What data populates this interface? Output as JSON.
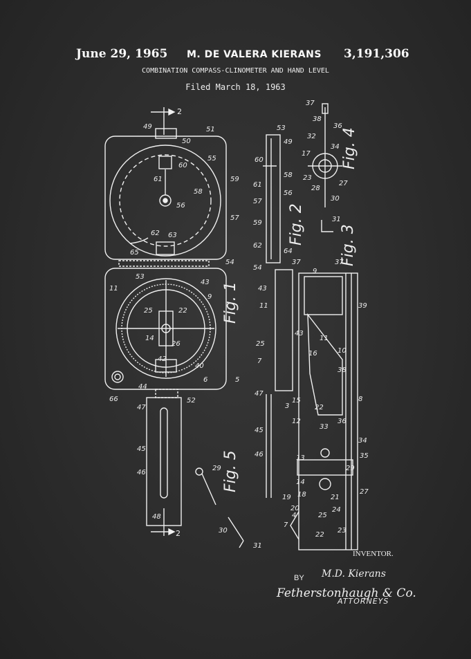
{
  "header": {
    "date": "June 29, 1965",
    "inventor": "M. DE VALERA KIERANS",
    "patent_number": "3,191,306",
    "title": "COMBINATION COMPASS-CLINOMETER AND HAND LEVEL",
    "filed": "Filed March 18, 1963"
  },
  "footer": {
    "inventor_label": "INVENTOR.",
    "by_label": "BY",
    "inventor_signature": "M.D. Kierans",
    "firm_signature": "Fetherstonhaugh & Co.",
    "attorneys_label": "ATTORNEYS"
  },
  "figures": {
    "fig1": "Fig. 1",
    "fig2": "Fig. 2",
    "fig3": "Fig. 3",
    "fig4": "Fig. 4",
    "fig5": "Fig. 5"
  },
  "section_marks": {
    "top": "2",
    "bottom": "2"
  },
  "reference_numerals": {
    "n49": "49",
    "n50": "50",
    "n51": "51",
    "n55": "55",
    "n60": "60",
    "n61": "61",
    "n58": "58",
    "n56": "56",
    "n59": "59",
    "n57": "57",
    "n62": "62",
    "n63": "63",
    "n65": "65",
    "n54": "54",
    "n11": "11",
    "n53": "53",
    "n43": "43",
    "n9": "9",
    "n25": "25",
    "n22": "22",
    "n14": "14",
    "n26": "26",
    "n42": "42",
    "n40": "40",
    "n6": "6",
    "n5": "5",
    "n66": "66",
    "n44": "44",
    "n47": "47",
    "n52": "52",
    "n45": "45",
    "n46": "46",
    "n48": "48",
    "n29": "29",
    "n30": "30",
    "n31": "31",
    "n37": "37",
    "n36": "36",
    "n38": "38",
    "n32": "32",
    "n17": "17",
    "n34": "34",
    "n23": "23",
    "n28": "28",
    "n27": "27",
    "n35": "35",
    "n7": "7",
    "n39": "39",
    "n16": "16",
    "n10": "10",
    "n8": "8",
    "n15": "15",
    "n12": "12",
    "n13": "13",
    "n33": "33",
    "n19": "19",
    "n18": "18",
    "n4": "4",
    "n20": "20",
    "n21": "21",
    "n24": "24",
    "n64": "64",
    "n3": "3"
  },
  "colors": {
    "background": "#2b2b2b",
    "ink": "#f2f2f2"
  }
}
